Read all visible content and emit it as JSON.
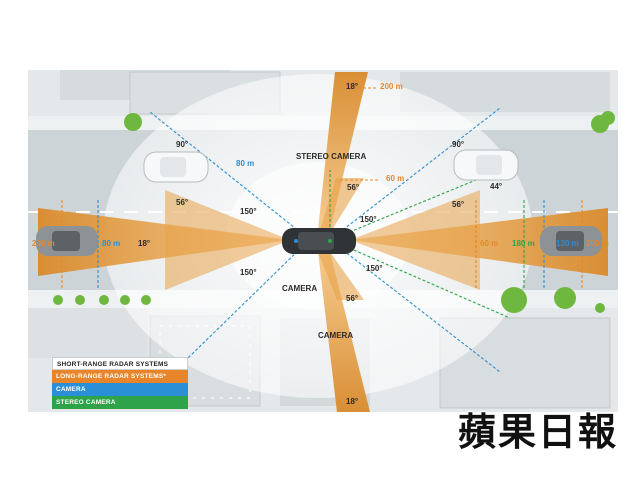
{
  "colors": {
    "road": "#cdd4d8",
    "sidewalk": "#e6eaec",
    "block": "#dfe3e6",
    "short_range": "#ffffff",
    "long_range": "#e39a3a",
    "camera": "#2a8fd6",
    "stereo_camera": "#2ea34a"
  },
  "labels": {
    "stereo_camera": "STEREO CAMERA",
    "camera_center": "CAMERA",
    "camera_lower": "CAMERA",
    "angle_18_top": "18°",
    "dist_200_top": "200 m",
    "angle_56_top": "56°",
    "dist_60_top": "60 m",
    "dist_80_top": "80 m",
    "angle_90_left": "90°",
    "angle_90_right": "90°",
    "angle_56_left": "56°",
    "angle_56_right": "56°",
    "angle_44_right": "44°",
    "angle_150_ul": "150°",
    "angle_150_ll": "150°",
    "angle_150_ur": "150°",
    "angle_150_lr": "150°",
    "angle_18_left": "18°",
    "dist_200_left": "200 m",
    "dist_80_left": "80 m",
    "dist_60_right": "60 m",
    "dist_180_right": "180 m",
    "dist_130_right": "130 m",
    "dist_200_right": "200 m",
    "angle_56_bottom": "56°",
    "angle_18_bottom": "18°"
  },
  "legend": {
    "short_range": "SHORT-RANGE RADAR SYSTEMS",
    "long_range": "LONG-RANGE RADAR SYSTEMS*",
    "camera": "CAMERA",
    "stereo_camera": "STEREO CAMERA"
  },
  "watermark": "蘋果日報"
}
